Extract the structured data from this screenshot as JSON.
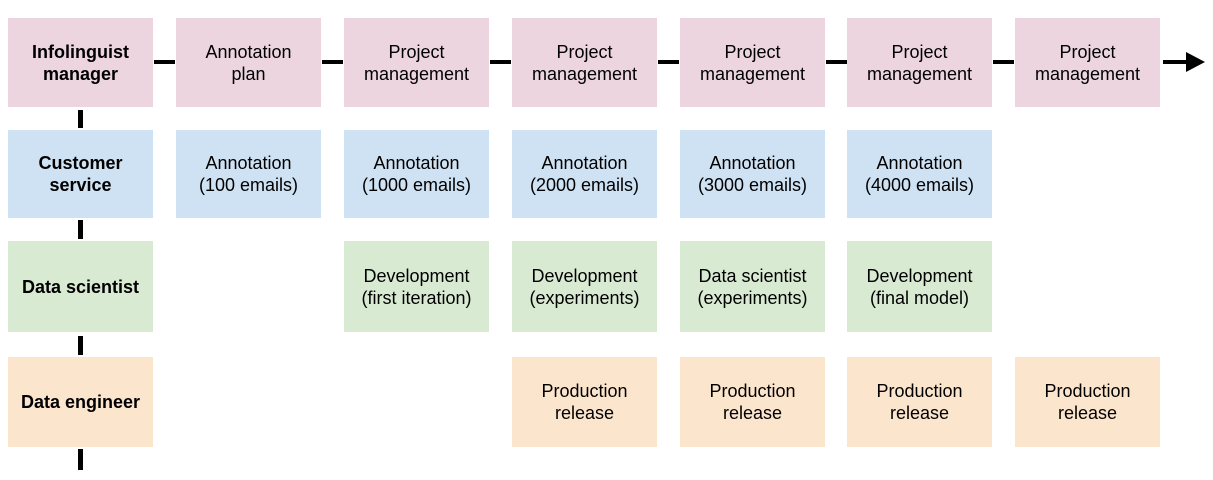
{
  "diagram": {
    "background": "#ffffff",
    "connector_color": "#000000",
    "text_color": "#000000",
    "lanes": [
      {
        "role": "Infolinguist\nmanager",
        "color": "#ecd5df",
        "tasks": [
          "Annotation\nplan",
          "Project\nmanagement",
          "Project\nmanagement",
          "Project\nmanagement",
          "Project\nmanagement",
          "Project\nmanagement"
        ]
      },
      {
        "role": "Customer\nservice",
        "color": "#cfe2f3",
        "tasks": [
          "Annotation\n(100 emails)",
          "Annotation\n(1000 emails)",
          "Annotation\n(2000 emails)",
          "Annotation\n(3000 emails)",
          "Annotation\n(4000 emails)"
        ]
      },
      {
        "role": "Data scientist",
        "color": "#d9ead3",
        "tasks": [
          "Development\n(first iteration)",
          "Development\n(experiments)",
          "Data scientist\n(experiments)",
          "Development\n(final model)"
        ]
      },
      {
        "role": "Data engineer",
        "color": "#fce5cd",
        "tasks": [
          "Production\nrelease",
          "Production\nrelease",
          "Production\nrelease",
          "Production\nrelease"
        ]
      }
    ]
  }
}
